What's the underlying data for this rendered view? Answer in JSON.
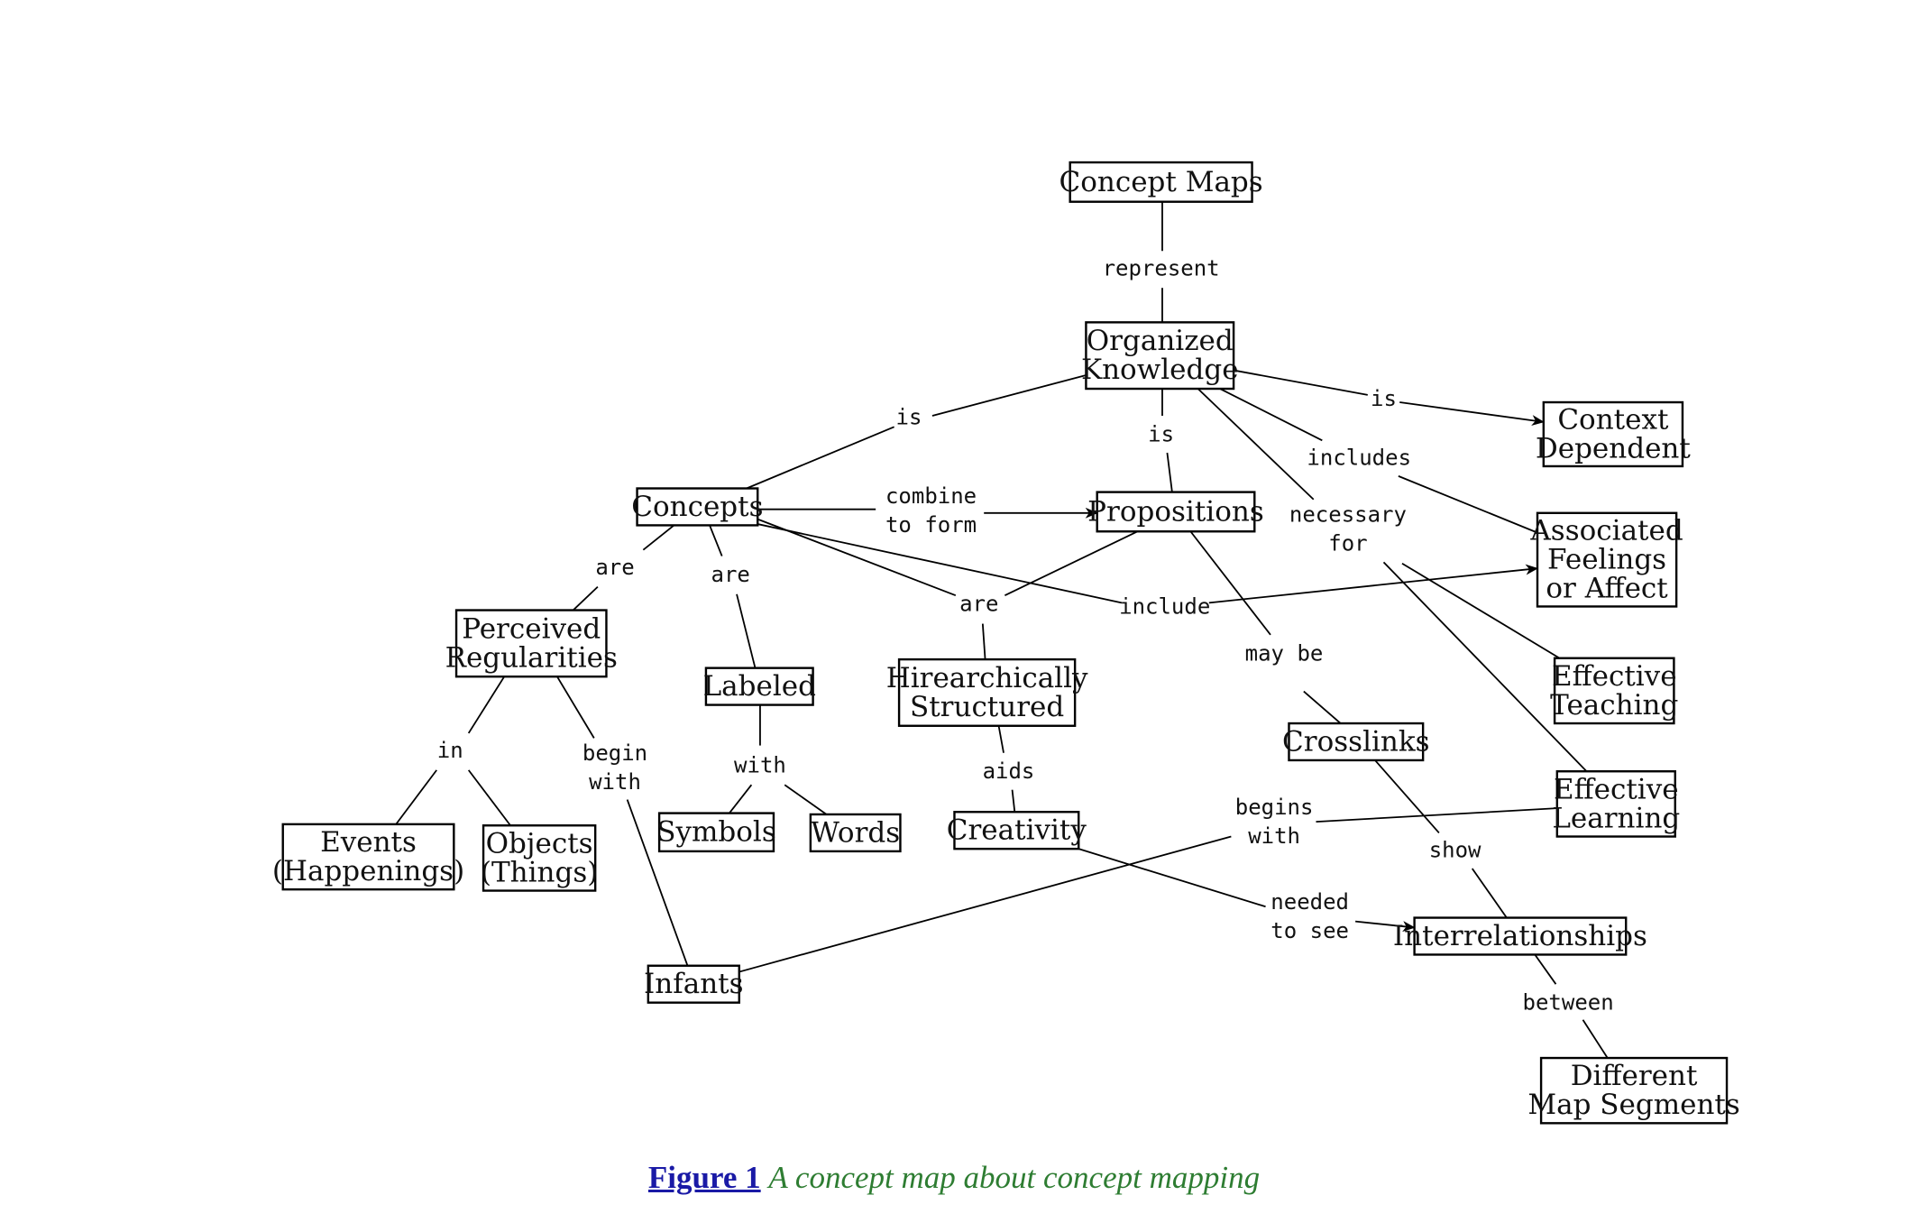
{
  "concepts": {
    "concept_maps": [
      "Concept Maps"
    ],
    "organized_knowledge": [
      "Organized",
      "Knowledge"
    ],
    "context_dependent": [
      "Context",
      "Dependent"
    ],
    "concepts": [
      "Concepts"
    ],
    "propositions": [
      "Propositions"
    ],
    "associated_feelings": [
      "Associated",
      "Feelings",
      "or Affect"
    ],
    "perceived_regularities": [
      "Perceived",
      "Regularities"
    ],
    "labeled": [
      "Labeled"
    ],
    "hierarchically_structured": [
      "Hirearchically",
      "Structured"
    ],
    "effective_teaching": [
      "Effective",
      "Teaching"
    ],
    "crosslinks": [
      "Crosslinks"
    ],
    "effective_learning": [
      "Effective",
      "Learning"
    ],
    "events": [
      "Events",
      "(Happenings)"
    ],
    "objects": [
      "Objects",
      "(Things)"
    ],
    "symbols": [
      "Symbols"
    ],
    "words": [
      "Words"
    ],
    "creativity": [
      "Creativity"
    ],
    "interrelationships": [
      "Interrelationships"
    ],
    "infants": [
      "Infants"
    ],
    "different_map_segments": [
      "Different",
      "Map Segments"
    ]
  },
  "linking_phrases": {
    "represent": [
      "represent"
    ],
    "is_concepts": [
      "is"
    ],
    "is_propositions": [
      "is"
    ],
    "is_context": [
      "is"
    ],
    "includes": [
      "includes"
    ],
    "necessary_for": [
      "necessary",
      "for"
    ],
    "combine_to_form": [
      "combine",
      "to form"
    ],
    "are_perceived": [
      "are"
    ],
    "are_labeled": [
      "are"
    ],
    "are_hierarchical": [
      "are"
    ],
    "include": [
      "include"
    ],
    "may_be": [
      "may be"
    ],
    "in": [
      "in"
    ],
    "begin_with": [
      "begin",
      "with"
    ],
    "with": [
      "with"
    ],
    "aids": [
      "aids"
    ],
    "begins_with": [
      "begins",
      "with"
    ],
    "show": [
      "show"
    ],
    "needed_to_see": [
      "needed",
      "to see"
    ],
    "between": [
      "between"
    ]
  },
  "caption": {
    "figure_label": "Figure 1",
    "text": "A concept map about concept mapping"
  }
}
